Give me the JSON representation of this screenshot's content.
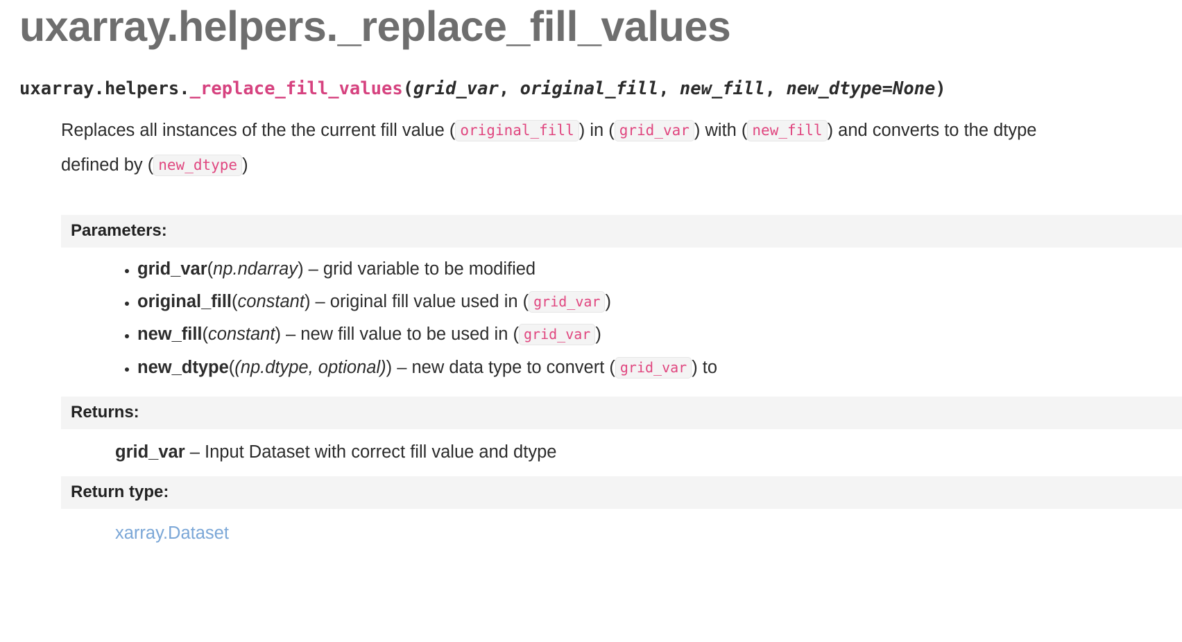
{
  "page": {
    "title": "uxarray.helpers._replace_fill_values"
  },
  "signature": {
    "prefix": "uxarray.helpers.",
    "name": "_replace_fill_values",
    "open_paren": "(",
    "close_paren": ")",
    "params": [
      {
        "text": "grid_var",
        "separator": ", "
      },
      {
        "text": "original_fill",
        "separator": ", "
      },
      {
        "text": "new_fill",
        "separator": ", "
      },
      {
        "text": "new_dtype=None",
        "separator": ""
      }
    ]
  },
  "description": {
    "part1": "Replaces all instances of the the current fill value (",
    "code1": "original_fill",
    "part2": ") in (",
    "code2": "grid_var",
    "part3": ") with (",
    "code3": "new_fill",
    "part4": ") and converts to the dtype defined by (",
    "code4": "new_dtype",
    "part5": ")"
  },
  "fields": {
    "parameters": {
      "label": "Parameters:",
      "items": [
        {
          "name": "grid_var",
          "type": "np.ndarray",
          "type_open": "(",
          "type_close": ")",
          "dash": " – ",
          "desc_before": "grid variable to be modified",
          "code": "",
          "desc_after": ""
        },
        {
          "name": "original_fill",
          "type": "constant",
          "type_open": "(",
          "type_close": ")",
          "dash": " – ",
          "desc_before": "original fill value used in (",
          "code": "grid_var",
          "desc_after": ")"
        },
        {
          "name": "new_fill",
          "type": "constant",
          "type_open": "(",
          "type_close": ")",
          "dash": " – ",
          "desc_before": "new fill value to be used in (",
          "code": "grid_var",
          "desc_after": ")"
        },
        {
          "name": "new_dtype",
          "type": "(np.dtype, optional)",
          "type_open": "(",
          "type_close": ")",
          "dash": " – ",
          "desc_before": "new data type to convert (",
          "code": "grid_var",
          "desc_after": ") to"
        }
      ]
    },
    "returns": {
      "label": "Returns:",
      "name": "grid_var",
      "dash": " – ",
      "text": "Input Dataset with correct fill value and dtype"
    },
    "return_type": {
      "label": "Return type:",
      "link_text": "xarray.Dataset"
    }
  },
  "colors": {
    "title_grey": "#6e6e6e",
    "code_pink": "#e0467f",
    "signature_pink": "#d6427f",
    "link_blue": "#7ba7d7",
    "band_grey": "#f4f4f4",
    "body_text": "#2b2b2b"
  }
}
